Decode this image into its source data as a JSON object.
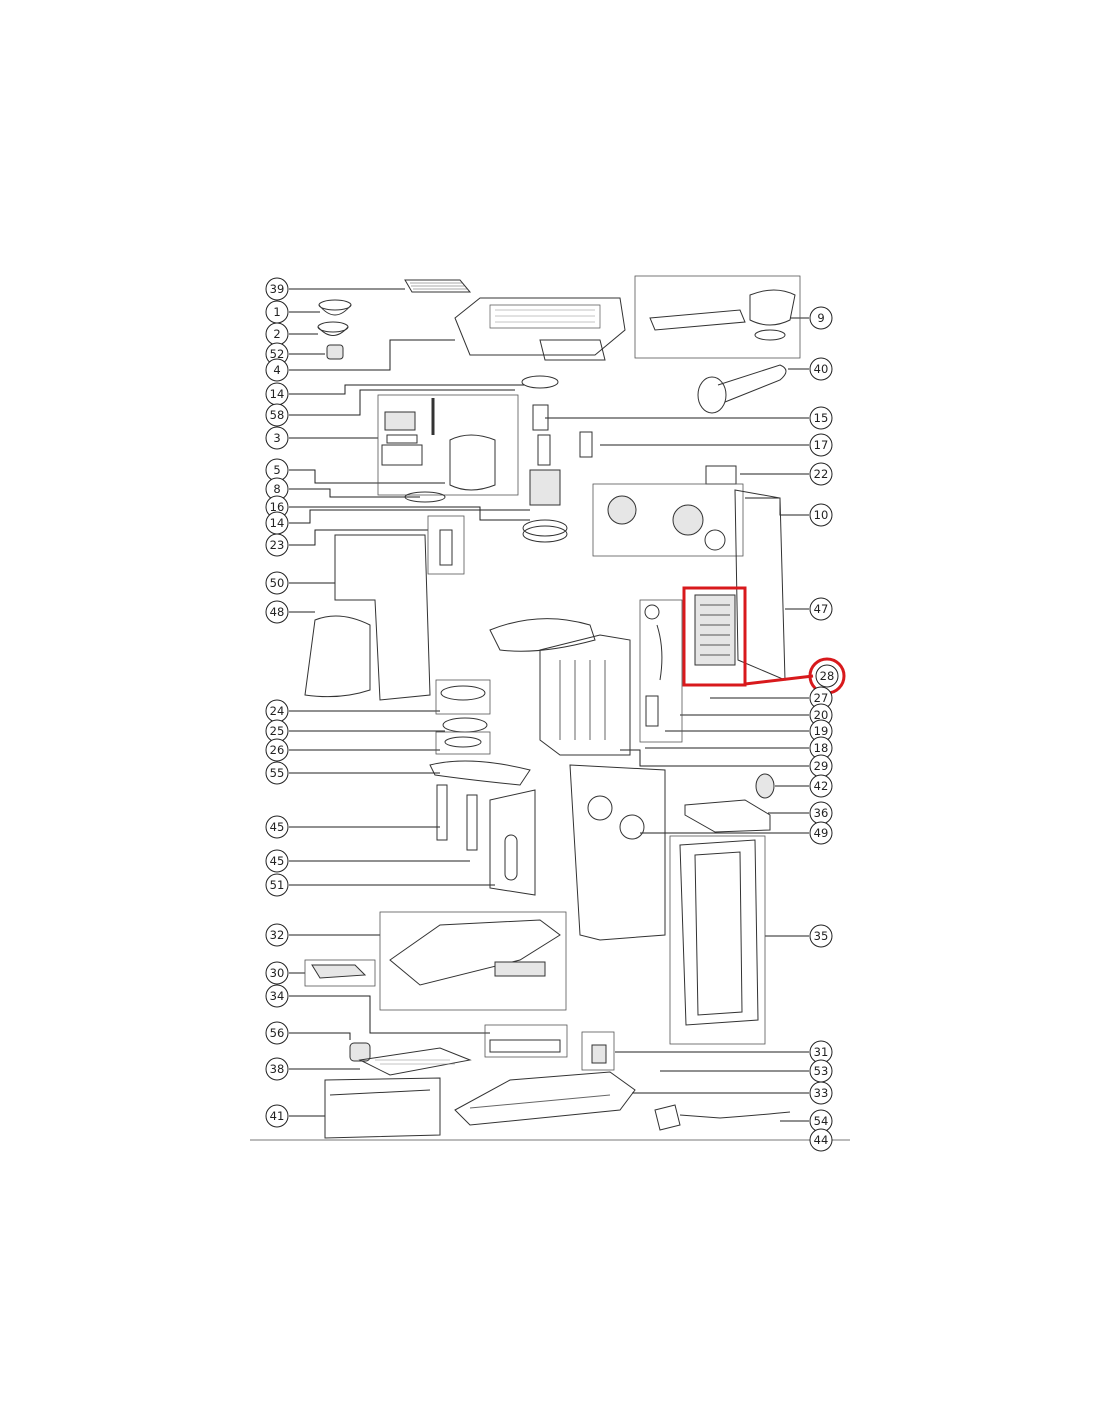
{
  "highlight": {
    "color": "#d8191c",
    "label": "28"
  },
  "callouts": {
    "c39": "39",
    "c1": "1",
    "c2": "2",
    "c52": "52",
    "c4": "4",
    "c14a": "14",
    "c58": "58",
    "c3": "3",
    "c5": "5",
    "c8": "8",
    "c16": "16",
    "c14b": "14",
    "c23": "23",
    "c50": "50",
    "c48": "48",
    "c24": "24",
    "c25": "25",
    "c26": "26",
    "c55": "55",
    "c45a": "45",
    "c45b": "45",
    "c51": "51",
    "c32": "32",
    "c30": "30",
    "c34": "34",
    "c56": "56",
    "c38": "38",
    "c41": "41",
    "c9": "9",
    "c40": "40",
    "c15": "15",
    "c17": "17",
    "c22": "22",
    "c10": "10",
    "c47": "47",
    "c28": "28",
    "c27": "27",
    "c20": "20",
    "c19": "19",
    "c18": "18",
    "c29": "29",
    "c42": "42",
    "c36": "36",
    "c49": "49",
    "c35": "35",
    "c31": "31",
    "c53": "53",
    "c33": "33",
    "c54": "54",
    "c44": "44"
  }
}
